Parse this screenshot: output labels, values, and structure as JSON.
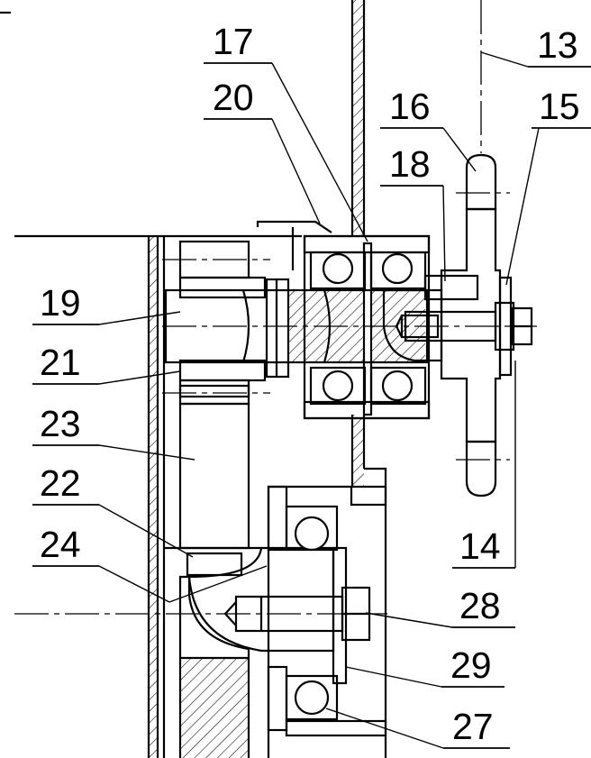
{
  "labels": {
    "l13": "13",
    "l14": "14",
    "l15": "15",
    "l16": "16",
    "l17": "17",
    "l18": "18",
    "l19": "19",
    "l20": "20",
    "l21": "21",
    "l22": "22",
    "l23": "23",
    "l24": "24",
    "l27": "27",
    "l28": "28",
    "l29": "29"
  }
}
